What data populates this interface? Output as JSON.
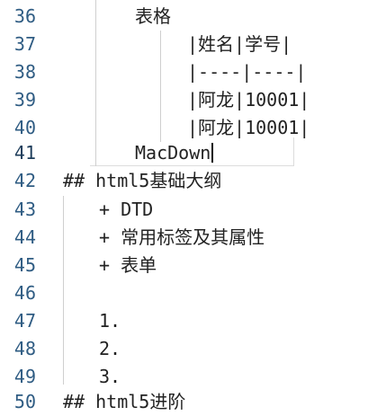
{
  "editor": {
    "gutter": {
      "line_numbers": [
        "36",
        "37",
        "38",
        "39",
        "40",
        "41",
        "42",
        "43",
        "44",
        "45",
        "46",
        "47",
        "48",
        "49",
        "50"
      ],
      "active_line": "41"
    },
    "lines": [
      {
        "number": "36",
        "text": "表格"
      },
      {
        "number": "37",
        "text": "|姓名|学号|"
      },
      {
        "number": "38",
        "text": "|----|----|"
      },
      {
        "number": "39",
        "text": "|阿龙|10001|"
      },
      {
        "number": "40",
        "text": "|阿龙|10001|"
      },
      {
        "number": "41",
        "text": "MacDown"
      },
      {
        "number": "42",
        "text": "## html5基础大纲"
      },
      {
        "number": "43",
        "text": "+ DTD"
      },
      {
        "number": "44",
        "text": "+ 常用标签及其属性"
      },
      {
        "number": "45",
        "text": "+ 表单"
      },
      {
        "number": "46",
        "text": ""
      },
      {
        "number": "47",
        "text": "1."
      },
      {
        "number": "48",
        "text": "2."
      },
      {
        "number": "49",
        "text": "3."
      },
      {
        "number": "50",
        "text": "## html5进阶"
      }
    ],
    "colors": {
      "line_number": "#2f5c83",
      "text": "#222222",
      "background": "#ffffff",
      "guide": "#cfcfcf"
    }
  }
}
